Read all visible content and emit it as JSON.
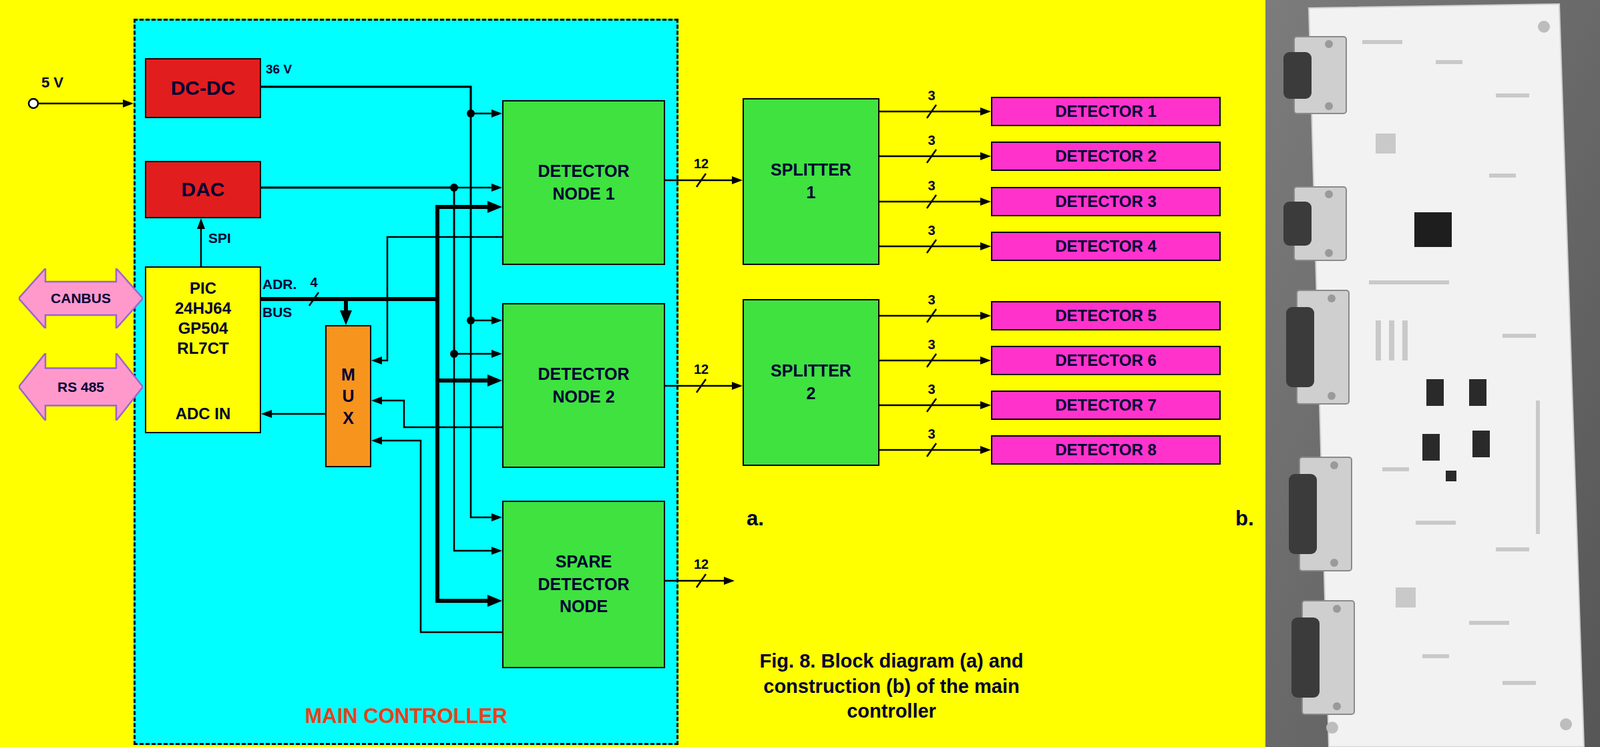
{
  "diagram": {
    "caption": "Fig. 8. Block diagram (a) and construction (b) of the main controller",
    "nodes": [
      {
        "text": [
          "MAIN CONTROLLER"
        ]
      },
      {
        "text": [
          "DC-DC"
        ],
        "in": 0
      },
      {
        "text": [
          "DAC"
        ],
        "in": 0
      },
      {
        "text": [
          "PIC 24HJ64 GP504 RL7CT",
          "ADC IN"
        ],
        "in": 0
      },
      {
        "text": [
          "CANBUS"
        ]
      },
      {
        "text": [
          "RS 485"
        ]
      },
      {
        "text": [
          "M U X"
        ],
        "in": 0
      },
      {
        "text": [
          "DETECTOR NODE 1"
        ],
        "in": 0
      },
      {
        "text": [
          "DETECTOR NODE 2"
        ],
        "in": 0
      },
      {
        "text": [
          "SPARE DETECTOR NODE"
        ],
        "in": 0
      },
      {
        "text": [
          "SPLITTER 1"
        ]
      },
      {
        "text": [
          "SPLITTER 2"
        ]
      },
      {
        "text": [
          "DETECTOR 1"
        ]
      },
      {
        "text": [
          "DETECTOR 2"
        ]
      },
      {
        "text": [
          "DETECTOR 3"
        ]
      },
      {
        "text": [
          "DETECTOR 4"
        ]
      },
      {
        "text": [
          "DETECTOR 5"
        ]
      },
      {
        "text": [
          "DETECTOR 6"
        ]
      },
      {
        "text": [
          "DETECTOR 7"
        ]
      },
      {
        "text": [
          "DETECTOR 8"
        ]
      }
    ],
    "edges": [
      {
        "from": 1,
        "to": 7,
        "arrow": "to"
      },
      {
        "from": 1,
        "to": 8,
        "arrow": "to"
      },
      {
        "from": 1,
        "to": 9,
        "arrow": "to"
      },
      {
        "from": 2,
        "to": 7,
        "arrow": "to"
      },
      {
        "from": 2,
        "to": 8,
        "arrow": "to"
      },
      {
        "from": 2,
        "to": 9,
        "arrow": "to"
      },
      {
        "from": 3,
        "to": 2,
        "arrow": "to",
        "label": "SPI"
      },
      {
        "from": 3,
        "to": 6,
        "arrow": "to"
      },
      {
        "from": 3,
        "to": 7,
        "arrow": "to"
      },
      {
        "from": 3,
        "to": 8,
        "arrow": "to"
      },
      {
        "from": 3,
        "to": 9,
        "arrow": "to"
      },
      {
        "from": 7,
        "to": 6,
        "arrow": "to"
      },
      {
        "from": 8,
        "to": 6,
        "arrow": "to"
      },
      {
        "from": 9,
        "to": 6,
        "arrow": "to"
      },
      {
        "from": 6,
        "to": 3,
        "arrow": "to"
      },
      {
        "from": 7,
        "to": 10,
        "arrow": "to",
        "label": "12"
      },
      {
        "from": 8,
        "to": 11,
        "arrow": "to",
        "label": "12"
      },
      {
        "from": 10,
        "to": 12,
        "arrow": "to",
        "label": "3"
      },
      {
        "from": 10,
        "to": 13,
        "arrow": "to",
        "label": "3"
      },
      {
        "from": 10,
        "to": 14,
        "arrow": "to",
        "label": "3"
      },
      {
        "from": 10,
        "to": 15,
        "arrow": "to",
        "label": "3"
      },
      {
        "from": 11,
        "to": 16,
        "arrow": "to",
        "label": "3"
      },
      {
        "from": 11,
        "to": 17,
        "arrow": "to",
        "label": "3"
      },
      {
        "from": 11,
        "to": 18,
        "arrow": "to",
        "label": "3"
      },
      {
        "from": 11,
        "to": 19,
        "arrow": "to",
        "label": "3"
      }
    ],
    "labels": [
      "5 V",
      "36 V",
      "ADR.",
      "BUS",
      "4",
      "12",
      "a.",
      "b."
    ]
  }
}
